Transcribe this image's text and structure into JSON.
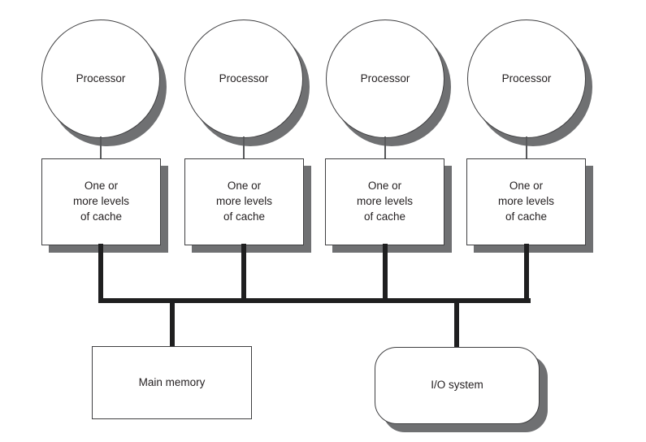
{
  "diagram": {
    "description": "Shared-bus multiprocessor block diagram",
    "processors": [
      {
        "label": "Processor"
      },
      {
        "label": "Processor"
      },
      {
        "label": "Processor"
      },
      {
        "label": "Processor"
      }
    ],
    "caches": [
      {
        "label": "One or\nmore levels\nof cache"
      },
      {
        "label": "One or\nmore levels\nof cache"
      },
      {
        "label": "One or\nmore levels\nof cache"
      },
      {
        "label": "One or\nmore levels\nof cache"
      }
    ],
    "main_memory": {
      "label": "Main memory"
    },
    "io_system": {
      "label": "I/O system"
    },
    "colors": {
      "background": "#ffffff",
      "node_fill": "#ffffff",
      "node_border": "#3f3f41",
      "shadow": "#6f7072",
      "bus_line": "#1f1f20",
      "thin_link": "#58595b",
      "text": "#231f20"
    }
  }
}
